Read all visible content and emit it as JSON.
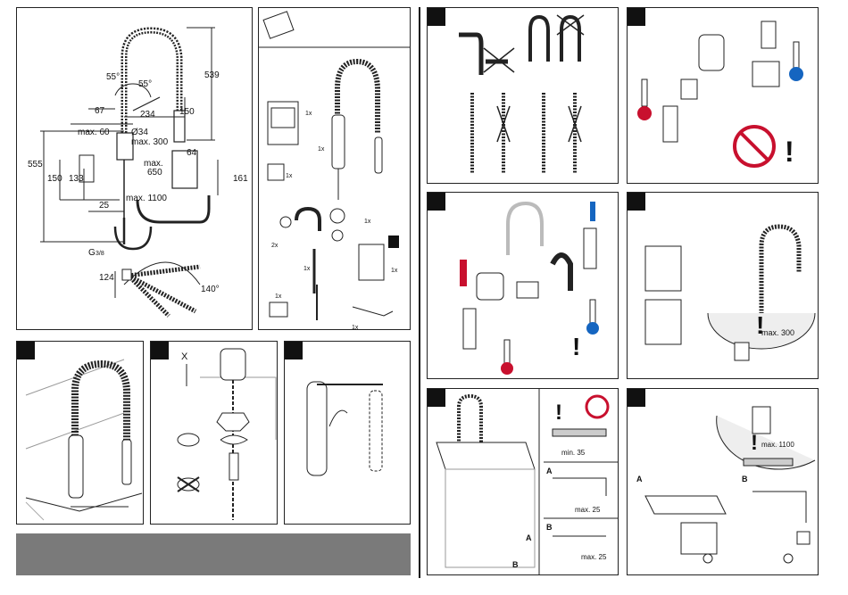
{
  "dimensions": {
    "h_539": "539",
    "h_555": "555",
    "angle_55a": "55°",
    "angle_55b": "55°",
    "w_67": "67",
    "w_234": "234",
    "h_150a": "150",
    "max60": "max. 60",
    "dia34": "Ø34",
    "max300": "max. 300",
    "w_64": "64",
    "max650_a": "max.",
    "max650_b": "650",
    "h_150b": "150",
    "h_133": "133",
    "h_161": "161",
    "max1100": "max. 1100",
    "w_25": "25",
    "g38_g": "G",
    "g38_frac": "3/8",
    "w_124": "124",
    "angle_140": "140°"
  },
  "parts": {
    "qty_1x": "1x",
    "qty_2x": "2x"
  },
  "step3": {
    "x_label": "X"
  },
  "step10": {
    "min35": "min. 35",
    "label_a": "A",
    "label_b": "B",
    "max25a": "max. 25",
    "max25b": "max. 25"
  },
  "step9": {
    "max300": "max. 300"
  },
  "step11": {
    "max1100": "max. 1100",
    "label_a": "A",
    "label_b": "B"
  },
  "warnings": {
    "exclamation": "!"
  },
  "colors": {
    "hot": "#c8102e",
    "cold": "#1565c0",
    "grey_bar": "#7a7a7a",
    "prohibit": "#c8102e"
  }
}
